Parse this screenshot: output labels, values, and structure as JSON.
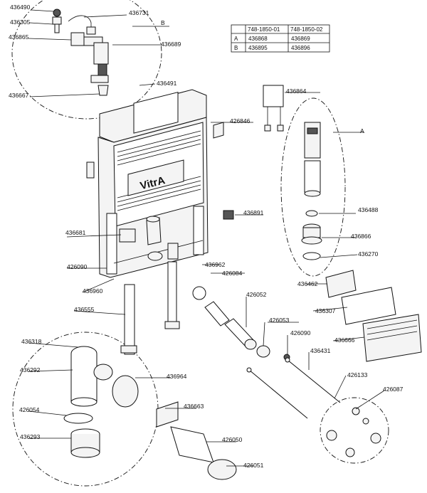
{
  "table": {
    "headers": [
      "",
      "748-1850-01",
      "748-1850-02"
    ],
    "rows": [
      {
        "key": "A",
        "col1": "436868",
        "col2": "436869"
      },
      {
        "key": "B",
        "col1": "436895",
        "col2": "436896"
      }
    ]
  },
  "brand": "VitrA",
  "callouts": {
    "c436490": "436490",
    "c436305": "436305",
    "c436865": "436865",
    "c436731": "436731",
    "B": "B",
    "c436689": "436689",
    "c436667": "436667",
    "c436491": "436491",
    "c436864": "436864",
    "c426846": "426846",
    "A": "A",
    "c436891": "436891",
    "c436488": "436488",
    "c436866": "436866",
    "c436270": "436270",
    "c436681": "436681",
    "c426090a": "426090",
    "c436962": "436962",
    "c426084": "426084",
    "c436960": "436960",
    "c436555": "436555",
    "c436462": "436462",
    "c426052": "426052",
    "c436307": "436307",
    "c426053": "426053",
    "c426090b": "426090",
    "c436666": "436666",
    "c436318": "436318",
    "c436431": "436431",
    "c436292": "436292",
    "c436964": "436964",
    "c426133": "426133",
    "c426087": "426087",
    "c426054": "426054",
    "c436663": "436663",
    "c436293": "436293",
    "c426050": "426050",
    "c426051": "426051"
  }
}
